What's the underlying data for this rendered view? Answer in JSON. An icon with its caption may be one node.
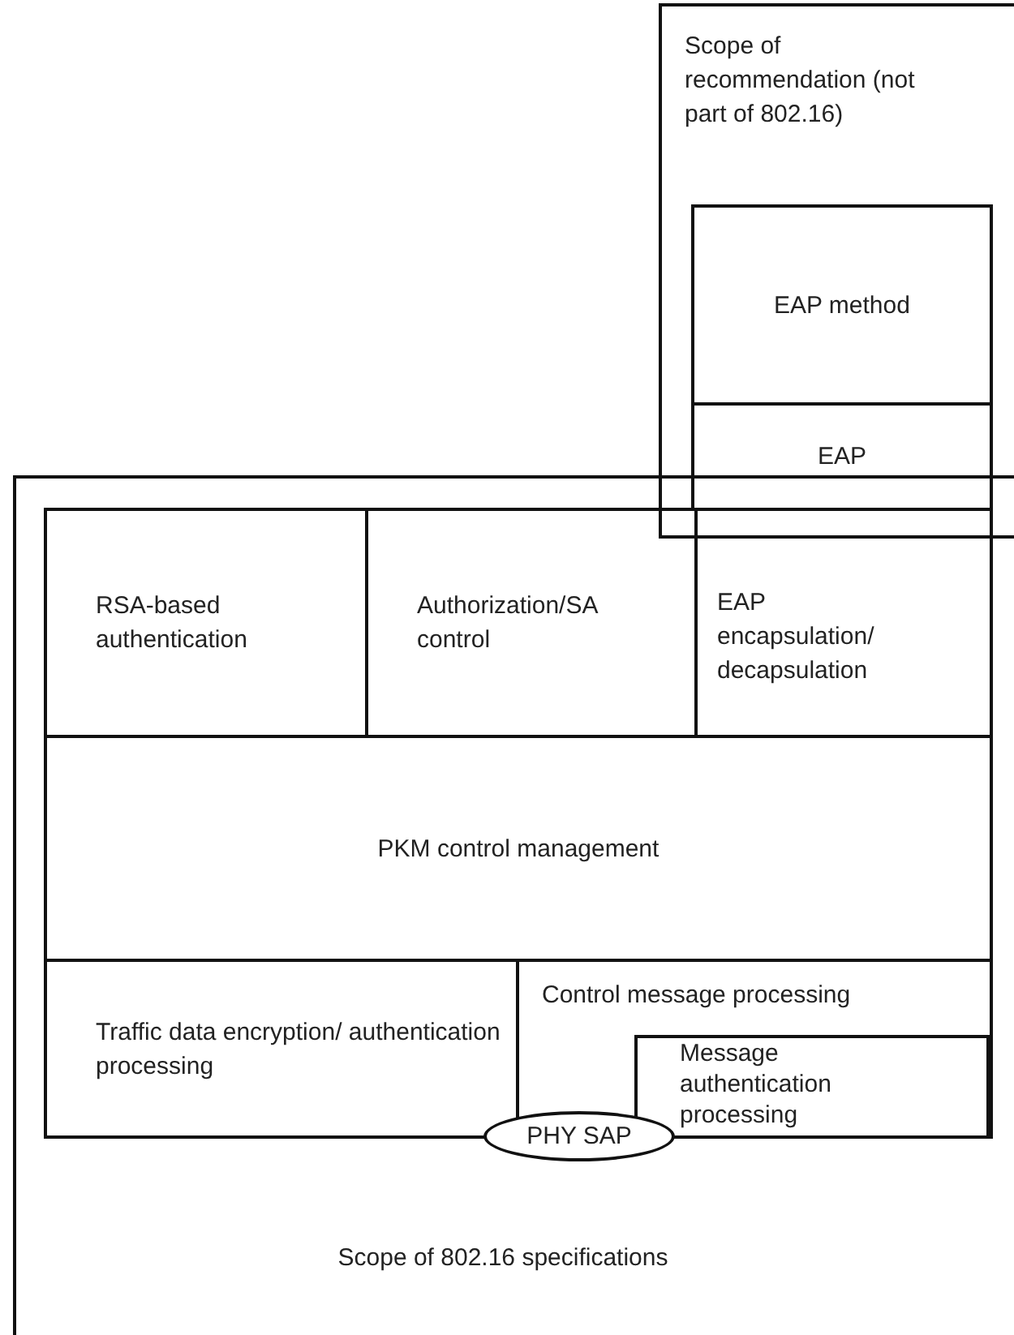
{
  "diagram": {
    "nodes": [
      {
        "text": [
          "Scope of 802.16 specifications"
        ]
      },
      {
        "text": [
          "Scope of recommendation (not part of 802.16)"
        ]
      },
      {
        "text": [
          "EAP method"
        ],
        "in": 1
      },
      {
        "text": [
          "EAP"
        ],
        "in": 1
      },
      {
        "text": [
          "RSA-based authentication"
        ],
        "in": 0
      },
      {
        "text": [
          "Authorization/SA control"
        ],
        "in": 0
      },
      {
        "text": [
          "EAP encapsulation/ decapsulation"
        ],
        "in": 0
      },
      {
        "text": [
          "PKM control management"
        ],
        "in": 0
      },
      {
        "text": [
          "Traffic data encryption/ authentication processing"
        ],
        "in": 0
      },
      {
        "text": [
          "Control message processing"
        ],
        "in": 0
      },
      {
        "text": [
          "Message authentication processing"
        ],
        "in": 9
      },
      {
        "text": [
          "PHY SAP"
        ],
        "in": 0
      }
    ]
  }
}
